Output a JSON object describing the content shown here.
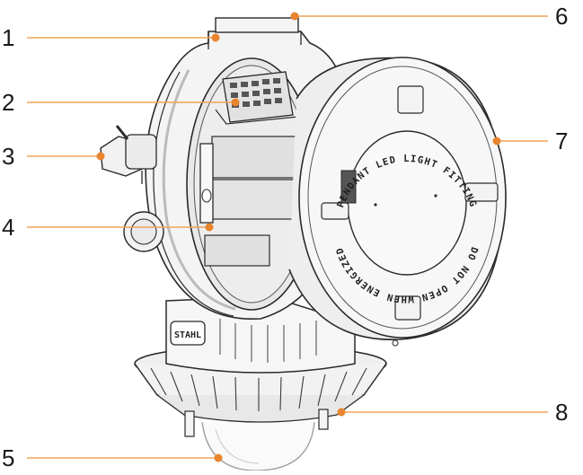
{
  "callouts": [
    {
      "id": "1",
      "label": "1"
    },
    {
      "id": "2",
      "label": "2"
    },
    {
      "id": "3",
      "label": "3"
    },
    {
      "id": "4",
      "label": "4"
    },
    {
      "id": "5",
      "label": "5"
    },
    {
      "id": "6",
      "label": "6"
    },
    {
      "id": "7",
      "label": "7"
    },
    {
      "id": "8",
      "label": "8"
    }
  ],
  "lid_text_top": "PENDANT LED LIGHT FITTING",
  "lid_text_bottom": "DO NOT OPEN WHEN ENERGIZED",
  "brand_label": "STAHL",
  "colors": {
    "callout_line": "#f0a35a",
    "callout_dot": "#e8852f",
    "outline": "#2a2a2a",
    "body_fill": "#f4f4f4",
    "inner_fill": "#e6e6e6"
  }
}
